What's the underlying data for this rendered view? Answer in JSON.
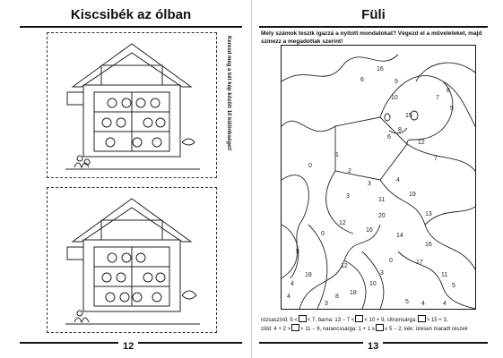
{
  "left_page": {
    "title": "Kiscsibék az ólban",
    "side_instruction": "Keresd meg a két kép között 10 különbséget!",
    "page_number": "12"
  },
  "right_page": {
    "title": "Füli",
    "instruction": "Mely számok teszik igazzá a nyitott mondatokat? Végezd el a műveleteket, majd színezz a megadottak szerint!",
    "picture_numbers": [
      "16",
      "6",
      "9",
      "10",
      "8",
      "7",
      "5",
      "15",
      "8",
      "12",
      "7",
      "6",
      "0",
      "1",
      "2",
      "3",
      "4",
      "11",
      "3",
      "19",
      "20",
      "13",
      "12",
      "16",
      "14",
      "0",
      "5",
      "16",
      "18",
      "10",
      "8",
      "17",
      "11",
      "12",
      "0",
      "3",
      "4",
      "18",
      "5",
      "5",
      "3",
      "4",
      "4",
      "4"
    ],
    "legend_line1": {
      "p1": "rózsaszínű: 5 <",
      "p2": "< 7,  barna: 13 − 7 <",
      "p3": "< 10 + 9,  citromsárga:",
      "p4": "> 15 + 3,"
    },
    "legend_line2": {
      "p1": "zöld: 4 + 2 >",
      "p2": "> 11 − 9,  narancssárga: 1 + 1 ≥",
      "p3": "≤ 5 − 2,  kék: üresen maradt részek"
    },
    "page_number": "13"
  }
}
